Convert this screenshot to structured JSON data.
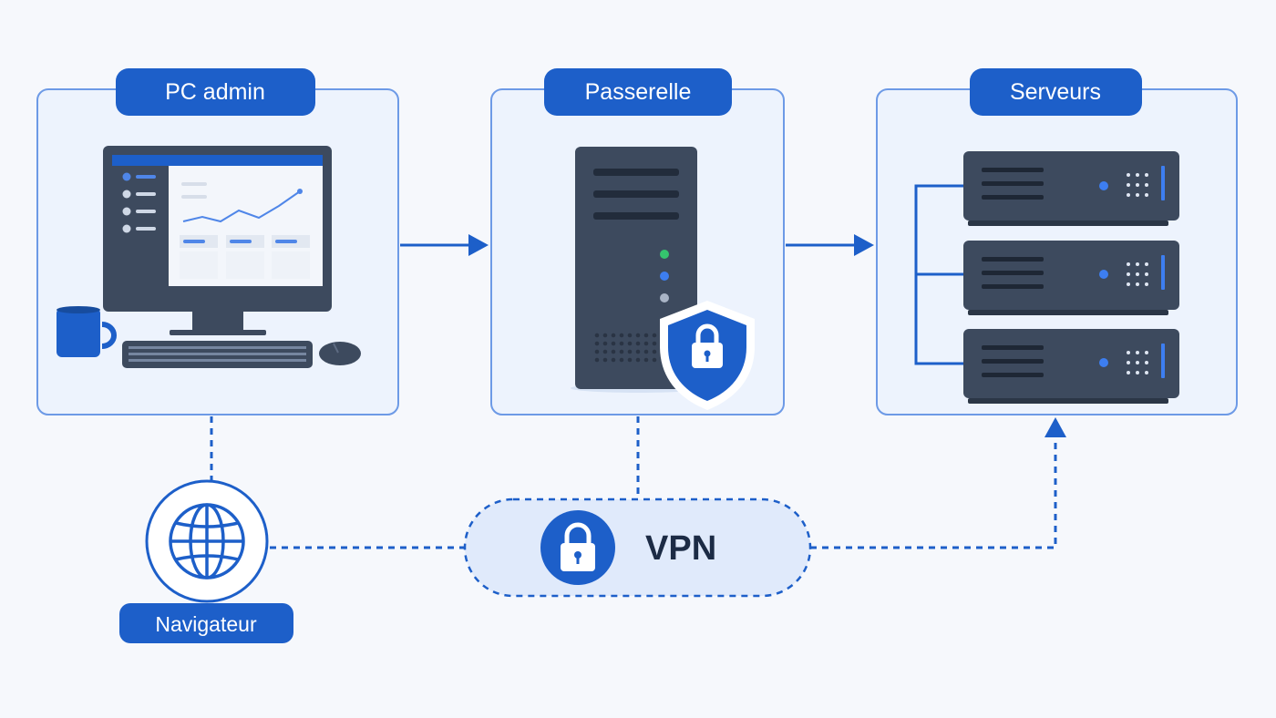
{
  "nodes": {
    "admin_pc": {
      "label": "PC admin"
    },
    "gateway": {
      "label": "Passerelle"
    },
    "servers": {
      "label": "Serveurs"
    }
  },
  "browser": {
    "label": "Navigateur"
  },
  "vpn": {
    "label": "VPN"
  },
  "icons": [
    "monitor-icon",
    "coffee-mug-icon",
    "keyboard-icon",
    "mouse-icon",
    "server-tower-icon",
    "shield-lock-icon",
    "rack-server-icon",
    "globe-icon",
    "padlock-icon"
  ],
  "colors": {
    "accent": "#1d5fc9",
    "panel_border": "#6d9ae6",
    "panel_fill": "#edf3fd",
    "device_dark": "#3d4a5e",
    "background": "#f6f8fc"
  }
}
